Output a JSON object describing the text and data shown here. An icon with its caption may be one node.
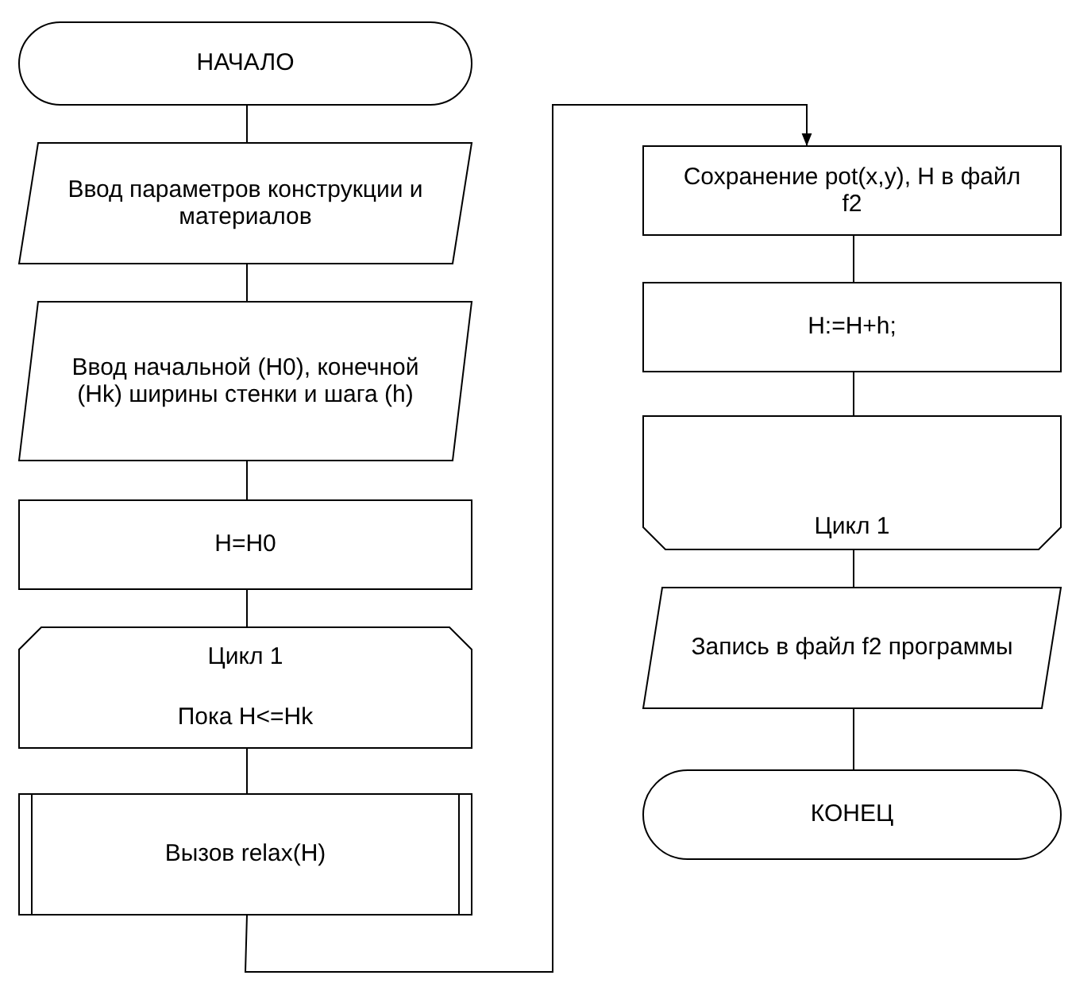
{
  "diagram": {
    "nodes": [
      {
        "text": [
          "НАЧАЛО"
        ]
      },
      {
        "text": [
          "Ввод параметров конструкции и материалов"
        ]
      },
      {
        "text": [
          "Ввод начальной (H0), конечной (Hk) ширины стенки и шага (h)"
        ]
      },
      {
        "text": [
          "H=H0"
        ]
      },
      {
        "text": [
          "Цикл 1",
          "Пока H<=Hk"
        ]
      },
      {
        "text": [
          "Вызов relax(H)"
        ]
      },
      {
        "text": [
          "Сохранение pot(x,y), H в файл f2"
        ]
      },
      {
        "text": [
          "H:=H+h;"
        ]
      },
      {
        "text": [
          "Цикл 1"
        ]
      },
      {
        "text": [
          "Запись в файл f2 программы"
        ]
      },
      {
        "text": [
          "КОНЕЦ"
        ]
      }
    ],
    "edges": [
      {
        "from": 0,
        "to": 1,
        "arrow": "none"
      },
      {
        "from": 1,
        "to": 2,
        "arrow": "none"
      },
      {
        "from": 2,
        "to": 3,
        "arrow": "none"
      },
      {
        "from": 3,
        "to": 4,
        "arrow": "none"
      },
      {
        "from": 4,
        "to": 5,
        "arrow": "none"
      },
      {
        "from": 5,
        "to": 6,
        "arrow": "to"
      },
      {
        "from": 6,
        "to": 7,
        "arrow": "none"
      },
      {
        "from": 7,
        "to": 8,
        "arrow": "none"
      },
      {
        "from": 8,
        "to": 9,
        "arrow": "none"
      },
      {
        "from": 9,
        "to": 10,
        "arrow": "none"
      }
    ]
  }
}
